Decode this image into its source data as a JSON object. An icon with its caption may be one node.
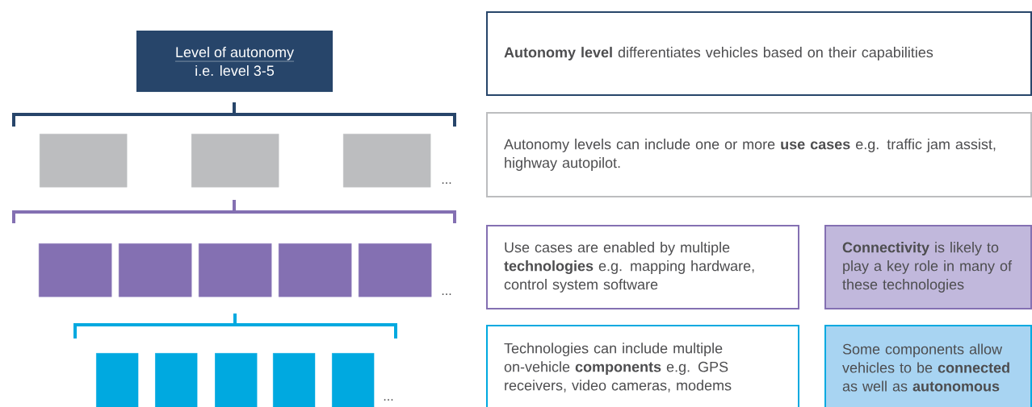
{
  "diagram": {
    "nodes": [
      {
        "text": [
          "Level of autonomy",
          "i.e. level 3-5"
        ]
      },
      {
        "text": [],
        "shape": "box"
      },
      {
        "text": [],
        "shape": "box"
      },
      {
        "text": [],
        "shape": "box"
      },
      {
        "text": [],
        "shape": "box"
      },
      {
        "text": [],
        "shape": "box"
      },
      {
        "text": [],
        "shape": "box"
      },
      {
        "text": [],
        "shape": "box"
      },
      {
        "text": [],
        "shape": "box"
      },
      {
        "text": [],
        "shape": "box"
      },
      {
        "text": [],
        "shape": "box"
      },
      {
        "text": [],
        "shape": "box"
      },
      {
        "text": [],
        "shape": "box"
      },
      {
        "text": [],
        "shape": "box"
      },
      {
        "text": [
          "**Autonomy level** differentiates vehicles based on their capabilities"
        ]
      },
      {
        "text": [
          "Autonomy levels can include one or more **use cases** e.g. traffic jam assist, highway autopilot."
        ]
      },
      {
        "text": [
          "Use cases are enabled by multiple **technologies** e.g. mapping hardware, control system software"
        ]
      },
      {
        "text": [
          "**Connectivity** is likely to play a key role in many of these technologies"
        ]
      },
      {
        "text": [
          "Technologies can include multiple on-vehicle **components** e.g. GPS receivers, video cameras, modems"
        ]
      },
      {
        "text": [
          "Some components allow vehicles to be **connected** as well as **autonomous**"
        ]
      }
    ],
    "labels": [
      "...",
      "...",
      "..."
    ]
  }
}
